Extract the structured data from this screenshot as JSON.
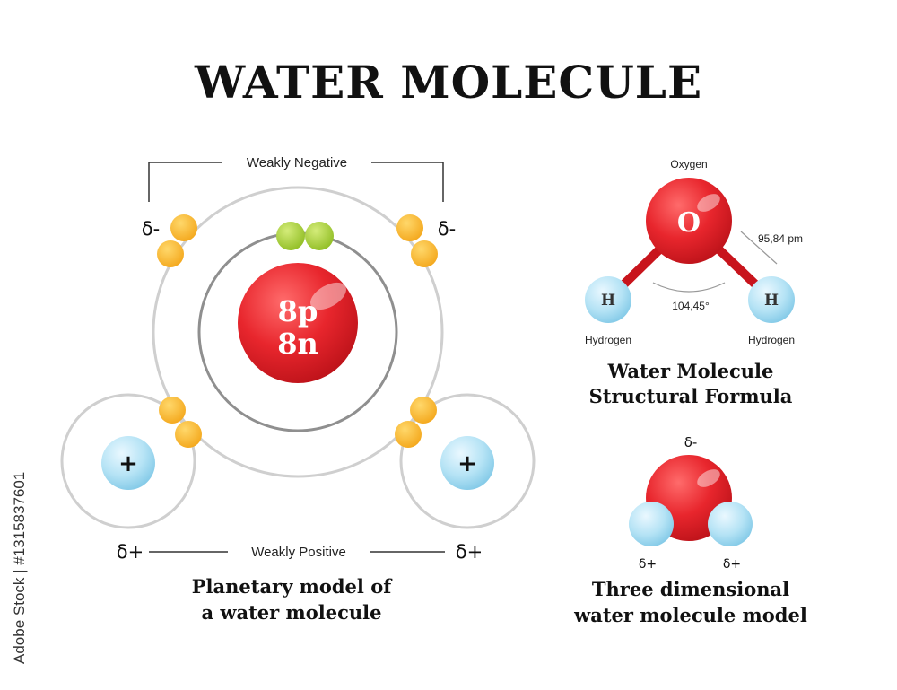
{
  "title": "WATER MOLECULE",
  "watermark": "Adobe Stock | #1315837601",
  "planetary": {
    "top_label": "Weakly Negative",
    "bottom_label": "Weakly Positive",
    "delta_minus": "δ-",
    "delta_plus": "δ+",
    "nucleus_line1": "8p",
    "nucleus_line2": "8n",
    "proton_symbol": "+",
    "caption_line1": "Planetary model of",
    "caption_line2": "a water molecule"
  },
  "structural": {
    "oxygen_label": "Oxygen",
    "oxygen_symbol": "O",
    "hydrogen_symbol": "H",
    "hydrogen_label": "Hydrogen",
    "bond_length": "95,84 pm",
    "bond_angle": "104,45°",
    "caption_line1": "Water Molecule",
    "caption_line2": "Structural Formula"
  },
  "three_d": {
    "delta_minus": "δ-",
    "delta_plus": "δ+",
    "caption_line1": "Three dimensional",
    "caption_line2": "water molecule model"
  },
  "colors": {
    "oxygen_red": "#e8262d",
    "hydrogen_blue": "#b5e3f5",
    "electron_orange": "#f7b733",
    "electron_green": "#a9cf3b",
    "orbit_gray": "#c9c9c9"
  }
}
